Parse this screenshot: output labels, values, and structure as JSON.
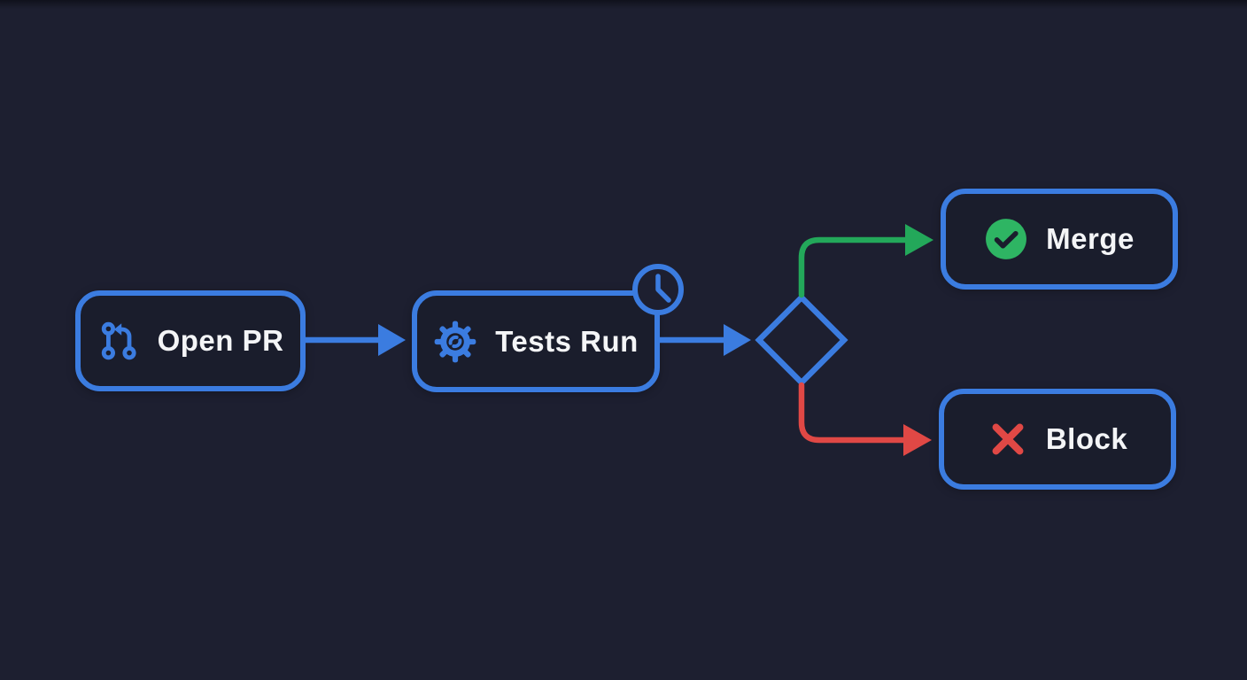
{
  "diagram": {
    "type": "flowchart",
    "nodes": {
      "open_pr": {
        "label": "Open PR",
        "icon": "git-pull-request"
      },
      "tests_run": {
        "label": "Tests Run",
        "icon": "gear",
        "badge": "clock"
      },
      "decision": {
        "label": "",
        "shape": "diamond"
      },
      "merge": {
        "label": "Merge",
        "icon": "check-circle"
      },
      "block": {
        "label": "Block",
        "icon": "x-mark"
      }
    },
    "edges": [
      {
        "from": "open_pr",
        "to": "tests_run",
        "color": "blue"
      },
      {
        "from": "tests_run",
        "to": "decision",
        "color": "blue"
      },
      {
        "from": "decision",
        "to": "merge",
        "color": "green"
      },
      {
        "from": "decision",
        "to": "block",
        "color": "red"
      }
    ]
  },
  "colors": {
    "bg": "#1d1f30",
    "node_fill": "#1a1d2c",
    "blue": "#3b7ce0",
    "green": "#23a85a",
    "green_badge": "#2eb563",
    "red": "#e04845",
    "text": "#f4f5f7"
  }
}
